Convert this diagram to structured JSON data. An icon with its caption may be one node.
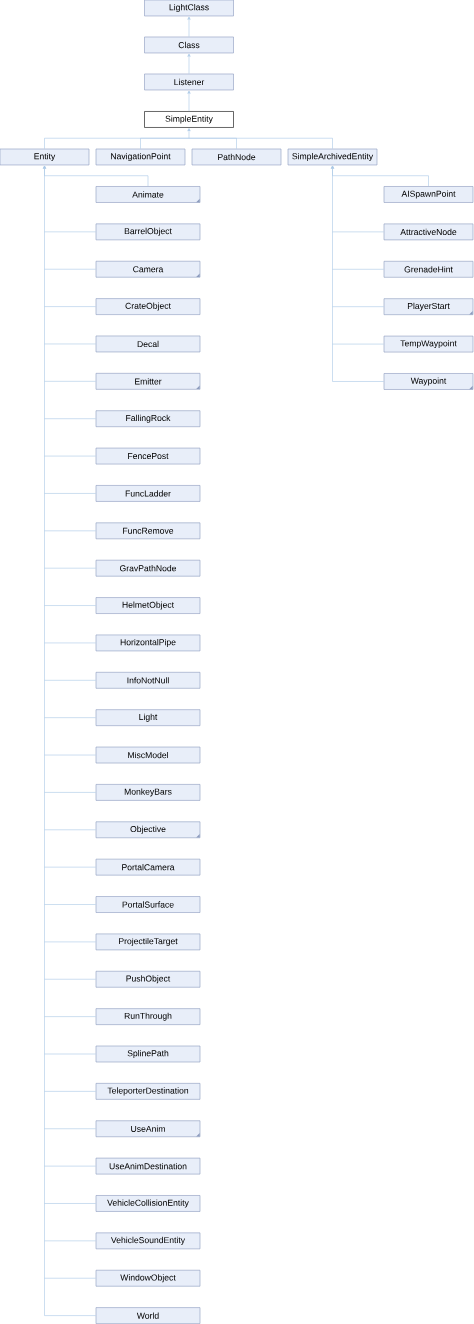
{
  "diagram": {
    "nodes": [
      {
        "text": [
          "LightClass"
        ]
      },
      {
        "text": [
          "Class"
        ]
      },
      {
        "text": [
          "Listener"
        ]
      },
      {
        "text": [
          "SimpleEntity"
        ]
      },
      {
        "text": [
          "Entity"
        ]
      },
      {
        "text": [
          "NavigationPoint"
        ]
      },
      {
        "text": [
          "PathNode"
        ]
      },
      {
        "text": [
          "SimpleArchivedEntity"
        ]
      },
      {
        "text": [
          "Animate"
        ]
      },
      {
        "text": [
          "BarrelObject"
        ]
      },
      {
        "text": [
          "Camera"
        ]
      },
      {
        "text": [
          "CrateObject"
        ]
      },
      {
        "text": [
          "Decal"
        ]
      },
      {
        "text": [
          "Emitter"
        ]
      },
      {
        "text": [
          "FallingRock"
        ]
      },
      {
        "text": [
          "FencePost"
        ]
      },
      {
        "text": [
          "FuncLadder"
        ]
      },
      {
        "text": [
          "FuncRemove"
        ]
      },
      {
        "text": [
          "GravPathNode"
        ]
      },
      {
        "text": [
          "HelmetObject"
        ]
      },
      {
        "text": [
          "HorizontalPipe"
        ]
      },
      {
        "text": [
          "InfoNotNull"
        ]
      },
      {
        "text": [
          "Light"
        ]
      },
      {
        "text": [
          "MiscModel"
        ]
      },
      {
        "text": [
          "MonkeyBars"
        ]
      },
      {
        "text": [
          "Objective"
        ]
      },
      {
        "text": [
          "PortalCamera"
        ]
      },
      {
        "text": [
          "PortalSurface"
        ]
      },
      {
        "text": [
          "ProjectileTarget"
        ]
      },
      {
        "text": [
          "PushObject"
        ]
      },
      {
        "text": [
          "RunThrough"
        ]
      },
      {
        "text": [
          "SplinePath"
        ]
      },
      {
        "text": [
          "TeleporterDestination"
        ]
      },
      {
        "text": [
          "UseAnim"
        ]
      },
      {
        "text": [
          "UseAnimDestination"
        ]
      },
      {
        "text": [
          "VehicleCollisionEntity"
        ]
      },
      {
        "text": [
          "VehicleSoundEntity"
        ]
      },
      {
        "text": [
          "WindowObject"
        ]
      },
      {
        "text": [
          "World"
        ]
      },
      {
        "text": [
          "AISpawnPoint"
        ]
      },
      {
        "text": [
          "AttractiveNode"
        ]
      },
      {
        "text": [
          "GrenadeHint"
        ]
      },
      {
        "text": [
          "PlayerStart"
        ]
      },
      {
        "text": [
          "TempWaypoint"
        ]
      },
      {
        "text": [
          "Waypoint"
        ]
      }
    ],
    "edges": [
      {
        "from": 1,
        "to": 0,
        "arrow": "to"
      },
      {
        "from": 2,
        "to": 1,
        "arrow": "to"
      },
      {
        "from": 3,
        "to": 2,
        "arrow": "to"
      },
      {
        "from": 4,
        "to": 3,
        "arrow": "to"
      },
      {
        "from": 5,
        "to": 3,
        "arrow": "to"
      },
      {
        "from": 6,
        "to": 3,
        "arrow": "to"
      },
      {
        "from": 7,
        "to": 3,
        "arrow": "to"
      },
      {
        "from": 8,
        "to": 4,
        "arrow": "to"
      },
      {
        "from": 9,
        "to": 4,
        "arrow": "to"
      },
      {
        "from": 10,
        "to": 4,
        "arrow": "to"
      },
      {
        "from": 11,
        "to": 4,
        "arrow": "to"
      },
      {
        "from": 12,
        "to": 4,
        "arrow": "to"
      },
      {
        "from": 13,
        "to": 4,
        "arrow": "to"
      },
      {
        "from": 14,
        "to": 4,
        "arrow": "to"
      },
      {
        "from": 15,
        "to": 4,
        "arrow": "to"
      },
      {
        "from": 16,
        "to": 4,
        "arrow": "to"
      },
      {
        "from": 17,
        "to": 4,
        "arrow": "to"
      },
      {
        "from": 18,
        "to": 4,
        "arrow": "to"
      },
      {
        "from": 19,
        "to": 4,
        "arrow": "to"
      },
      {
        "from": 20,
        "to": 4,
        "arrow": "to"
      },
      {
        "from": 21,
        "to": 4,
        "arrow": "to"
      },
      {
        "from": 22,
        "to": 4,
        "arrow": "to"
      },
      {
        "from": 23,
        "to": 4,
        "arrow": "to"
      },
      {
        "from": 24,
        "to": 4,
        "arrow": "to"
      },
      {
        "from": 25,
        "to": 4,
        "arrow": "to"
      },
      {
        "from": 26,
        "to": 4,
        "arrow": "to"
      },
      {
        "from": 27,
        "to": 4,
        "arrow": "to"
      },
      {
        "from": 28,
        "to": 4,
        "arrow": "to"
      },
      {
        "from": 29,
        "to": 4,
        "arrow": "to"
      },
      {
        "from": 30,
        "to": 4,
        "arrow": "to"
      },
      {
        "from": 31,
        "to": 4,
        "arrow": "to"
      },
      {
        "from": 32,
        "to": 4,
        "arrow": "to"
      },
      {
        "from": 33,
        "to": 4,
        "arrow": "to"
      },
      {
        "from": 34,
        "to": 4,
        "arrow": "to"
      },
      {
        "from": 35,
        "to": 4,
        "arrow": "to"
      },
      {
        "from": 36,
        "to": 4,
        "arrow": "to"
      },
      {
        "from": 37,
        "to": 4,
        "arrow": "to"
      },
      {
        "from": 38,
        "to": 4,
        "arrow": "to"
      },
      {
        "from": 39,
        "to": 7,
        "arrow": "to"
      },
      {
        "from": 40,
        "to": 7,
        "arrow": "to"
      },
      {
        "from": 41,
        "to": 7,
        "arrow": "to"
      },
      {
        "from": 42,
        "to": 7,
        "arrow": "to"
      },
      {
        "from": 43,
        "to": 7,
        "arrow": "to"
      },
      {
        "from": 44,
        "to": 7,
        "arrow": "to"
      }
    ]
  }
}
